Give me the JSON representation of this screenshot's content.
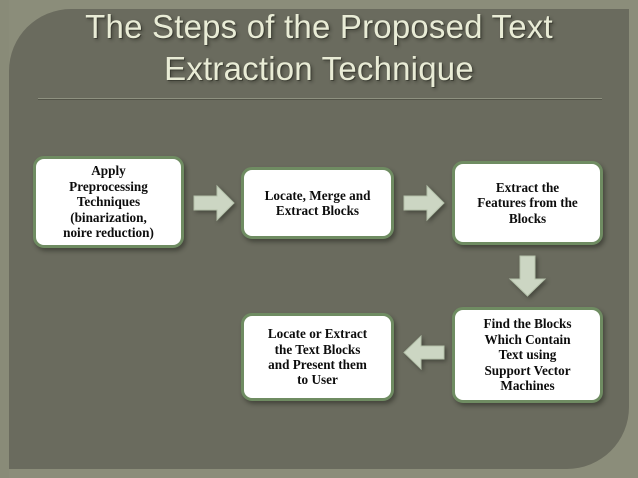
{
  "slide": {
    "title_lines": [
      "The Steps of the Proposed Text",
      "Extraction Technique"
    ],
    "background_color": "#6a6b5e",
    "outer_color": "#8b8d7a",
    "title_color": "#e9ecd6",
    "box_border_color": "#6f8c62",
    "box_fill_color": "#ffffff",
    "arrow_color": "#ccd6c3",
    "text_color": "#0d0d0d"
  },
  "diagram": {
    "type": "flowchart",
    "steps": [
      {
        "id": "step-1",
        "order": 1,
        "label": "Apply\nPreprocessing\nTechniques\n(binarization,\nnoire reduction)"
      },
      {
        "id": "step-2",
        "order": 2,
        "label": "Locate, Merge and\nExtract Blocks"
      },
      {
        "id": "step-3",
        "order": 3,
        "label": "Extract the\nFeatures from the\nBlocks"
      },
      {
        "id": "step-4",
        "order": 4,
        "label": "Find the Blocks\nWhich Contain\nText using\nSupport Vector\nMachines"
      },
      {
        "id": "step-5",
        "order": 5,
        "label": "Locate or Extract\nthe Text Blocks\nand Present them\nto User"
      }
    ],
    "connectors": [
      {
        "id": "connector-1",
        "icon": "arrow-right-icon",
        "from": "step-1",
        "to": "step-2",
        "direction": "right"
      },
      {
        "id": "connector-2",
        "icon": "arrow-right-icon",
        "from": "step-2",
        "to": "step-3",
        "direction": "right"
      },
      {
        "id": "connector-3",
        "icon": "arrow-down-icon",
        "from": "step-3",
        "to": "step-4",
        "direction": "down"
      },
      {
        "id": "connector-4",
        "icon": "arrow-left-icon",
        "from": "step-4",
        "to": "step-5",
        "direction": "left"
      }
    ]
  }
}
